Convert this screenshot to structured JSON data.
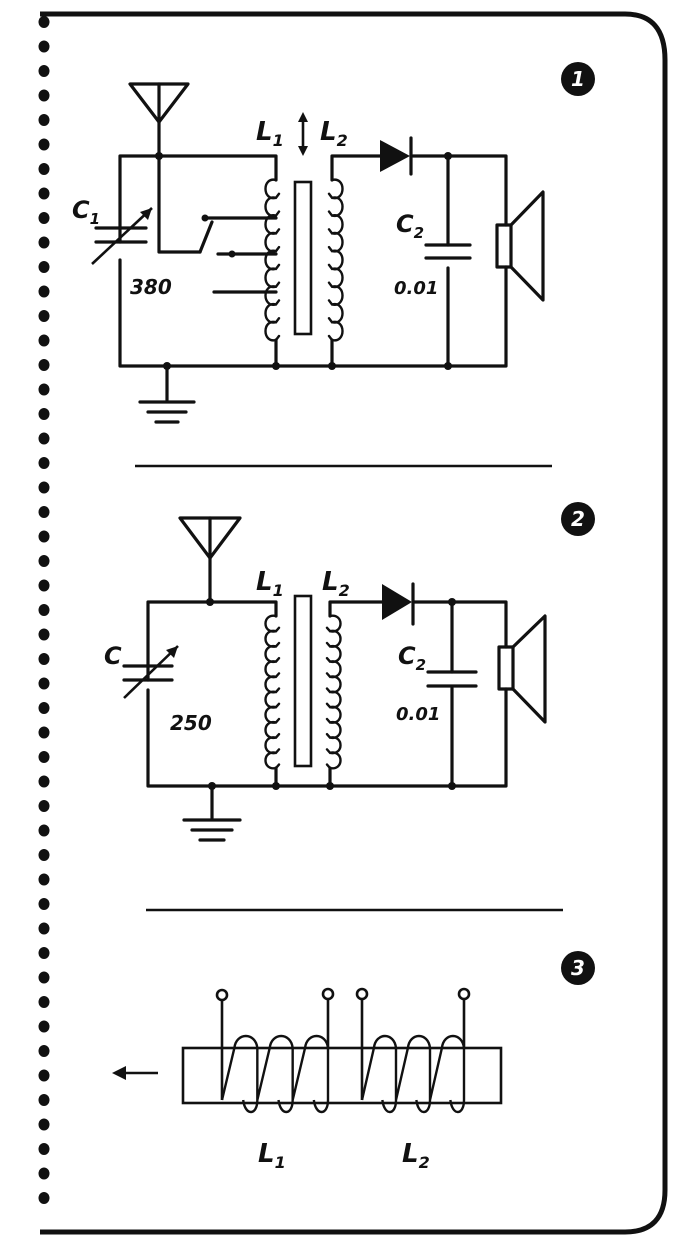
{
  "figures": [
    {
      "number": "1",
      "labels": {
        "coil1": "L",
        "coil1_sub": "1",
        "coil2": "L",
        "coil2_sub": "2",
        "cap1": "C",
        "cap1_sub": "1",
        "cap1_value": "380",
        "cap2": "C",
        "cap2_sub": "2",
        "cap2_value": "0.01"
      }
    },
    {
      "number": "2",
      "labels": {
        "coil1": "L",
        "coil1_sub": "1",
        "coil2": "L",
        "coil2_sub": "2",
        "cap1": "C",
        "cap1_value": "250",
        "cap2": "C",
        "cap2_sub": "2",
        "cap2_value": "0.01"
      }
    },
    {
      "number": "3",
      "labels": {
        "coil1": "L",
        "coil1_sub": "1",
        "coil2": "L",
        "coil2_sub": "2"
      }
    }
  ],
  "colors": {
    "ink": "#111111",
    "paper": "#ffffff"
  }
}
